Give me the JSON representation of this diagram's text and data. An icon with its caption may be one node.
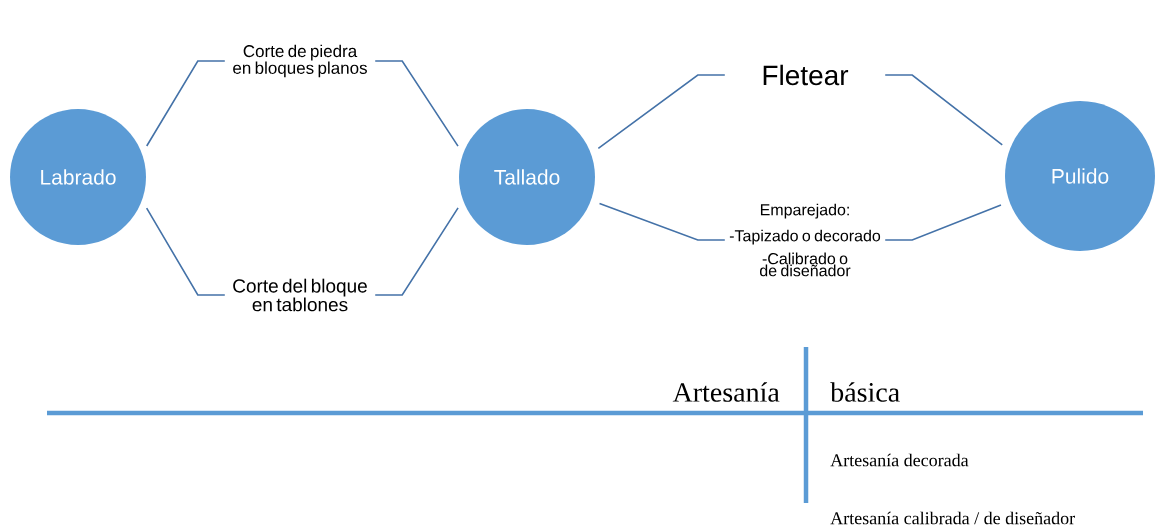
{
  "diagram": {
    "nodes": [
      {
        "text": [
          "Labrado"
        ]
      },
      {
        "text": [
          "Corte de piedra en bloques planos"
        ]
      },
      {
        "text": [
          "Corte del bloque en tablones"
        ]
      },
      {
        "text": [
          "Tallado"
        ]
      },
      {
        "text": [
          "Fletear"
        ]
      },
      {
        "text": [
          "Emparejado:",
          "-Tapizado o decorado",
          "-Calibrado o de diseñador"
        ]
      },
      {
        "text": [
          "Pulido"
        ]
      }
    ],
    "edges": [
      {
        "from": 0,
        "to": 1,
        "arrow": "none"
      },
      {
        "from": 1,
        "to": 3,
        "arrow": "none"
      },
      {
        "from": 0,
        "to": 2,
        "arrow": "none"
      },
      {
        "from": 2,
        "to": 3,
        "arrow": "none"
      },
      {
        "from": 3,
        "to": 4,
        "arrow": "none"
      },
      {
        "from": 4,
        "to": 6,
        "arrow": "none"
      },
      {
        "from": 3,
        "to": 5,
        "arrow": "none"
      },
      {
        "from": 5,
        "to": 6,
        "arrow": "none"
      }
    ],
    "labels": [
      "Artesanía",
      "básica",
      "Artesanía decorada",
      "Artesanía calibrada / de diseñador"
    ]
  }
}
